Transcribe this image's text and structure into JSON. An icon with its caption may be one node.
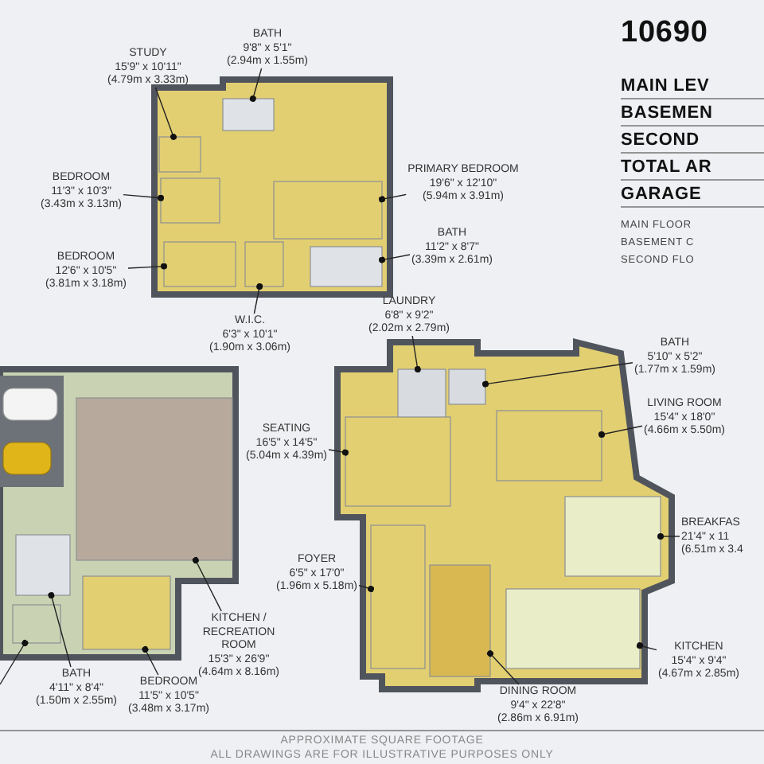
{
  "diagram": {
    "nodes": [
      {
        "text": [
          "STUDY",
          "15'9\" x 10'11\"",
          "(4.79m x 3.33m)"
        ]
      },
      {
        "text": [
          "BATH",
          "9'8\" x 5'1\"",
          "(2.94m x 1.55m)"
        ]
      },
      {
        "text": [
          "BEDROOM",
          "11'3\" x 10'3\"",
          "(3.43m x 3.13m)"
        ]
      },
      {
        "text": [
          "BEDROOM",
          "12'6\" x 10'5\"",
          "(3.81m x 3.18m)"
        ]
      },
      {
        "text": [
          "W.I.C.",
          "6'3\" x 10'1\"",
          "(1.90m x 3.06m)"
        ]
      },
      {
        "text": [
          "PRIMARY BEDROOM",
          "19'6\" x 12'10\"",
          "(5.94m x 3.91m)"
        ]
      },
      {
        "text": [
          "BATH",
          "11'2\" x 8'7\"",
          "(3.39m x 2.61m)"
        ]
      },
      {
        "text": [
          "LAUNDRY",
          "6'8\" x 9'2\"",
          "(2.02m x 2.79m)"
        ]
      },
      {
        "text": [
          "BATH",
          "5'10\" x 5'2\"",
          "(1.77m x 1.59m)"
        ]
      },
      {
        "text": [
          "SEATING",
          "16'5\" x 14'5\"",
          "(5.04m x 4.39m)"
        ]
      },
      {
        "text": [
          "LIVING ROOM",
          "15'4\" x 18'0\"",
          "(4.66m x 5.50m)"
        ]
      },
      {
        "text": [
          "FOYER",
          "6'5\" x 17'0\"",
          "(1.96m x 5.18m)"
        ]
      },
      {
        "text": [
          "BREAKFAS",
          "21'4\" x 11",
          "(6.51m x 3.4"
        ]
      },
      {
        "text": [
          "KITCHEN / RECREATION ROOM",
          "15'3\" x 26'9\"",
          "(4.64m x 8.16m)"
        ]
      },
      {
        "text": [
          "KITCHEN",
          "15'4\" x 9'4\"",
          "(4.67m x 2.85m)"
        ]
      },
      {
        "text": [
          "BATH",
          "4'11\" x 8'4\"",
          "(1.50m x 2.55m)"
        ]
      },
      {
        "text": [
          "BEDROOM",
          "11'5\" x 10'5\"",
          "(3.48m x 3.17m)"
        ]
      },
      {
        "text": [
          "DINING ROOM",
          "9'4\" x 22'8\"",
          "(2.86m x 6.91m)"
        ]
      },
      {
        "text": [],
        "shape": "box"
      },
      {
        "text": [],
        "shape": "box"
      },
      {
        "text": [],
        "shape": "box"
      },
      {
        "text": [],
        "shape": "box"
      },
      {
        "text": [],
        "shape": "box"
      },
      {
        "text": [],
        "shape": "box"
      },
      {
        "text": [],
        "shape": "box"
      },
      {
        "text": [],
        "shape": "box"
      },
      {
        "text": [],
        "shape": "box"
      },
      {
        "text": [],
        "shape": "box"
      },
      {
        "text": [],
        "shape": "box"
      },
      {
        "text": [],
        "shape": "box"
      },
      {
        "text": [],
        "shape": "box"
      },
      {
        "text": [],
        "shape": "box"
      },
      {
        "text": [],
        "shape": "box"
      },
      {
        "text": [],
        "shape": "box"
      },
      {
        "text": [],
        "shape": "box"
      },
      {
        "text": [],
        "shape": "box"
      },
      {
        "text": [],
        "shape": "box"
      }
    ],
    "edges": [
      {
        "from": 0,
        "to": 18,
        "arrow": "other"
      },
      {
        "from": 1,
        "to": 19,
        "arrow": "other"
      },
      {
        "from": 2,
        "to": 20,
        "arrow": "other"
      },
      {
        "from": 3,
        "to": 21,
        "arrow": "other"
      },
      {
        "from": 4,
        "to": 22,
        "arrow": "other"
      },
      {
        "from": 5,
        "to": 23,
        "arrow": "other"
      },
      {
        "from": 6,
        "to": 24,
        "arrow": "other"
      },
      {
        "from": 7,
        "to": 25,
        "arrow": "other"
      },
      {
        "from": 8,
        "to": 26,
        "arrow": "other"
      },
      {
        "from": 9,
        "to": 27,
        "arrow": "other"
      },
      {
        "from": 10,
        "to": 28,
        "arrow": "other"
      },
      {
        "from": 11,
        "to": 29,
        "arrow": "other"
      },
      {
        "from": 12,
        "to": 30,
        "arrow": "other"
      },
      {
        "from": 13,
        "to": 31,
        "arrow": "other"
      },
      {
        "from": 14,
        "to": 32,
        "arrow": "other"
      },
      {
        "from": 15,
        "to": 33,
        "arrow": "other"
      },
      {
        "from": 16,
        "to": 34,
        "arrow": "other"
      },
      {
        "from": 17,
        "to": 35,
        "arrow": "other"
      },
      {
        "from": null,
        "to": 36,
        "arrow": "other"
      }
    ],
    "labels": [
      "10690",
      "MAIN LEV",
      "BASEMEN",
      "SECOND",
      "TOTAL AR",
      "GARAGE",
      "MAIN FLOOR",
      "BASEMENT C",
      "SECOND FLO",
      "APPROXIMATE SQUARE FOOTAGE",
      "ALL DRAWINGS ARE FOR ILLUSTRATIVE PURPOSES ONLY"
    ]
  }
}
